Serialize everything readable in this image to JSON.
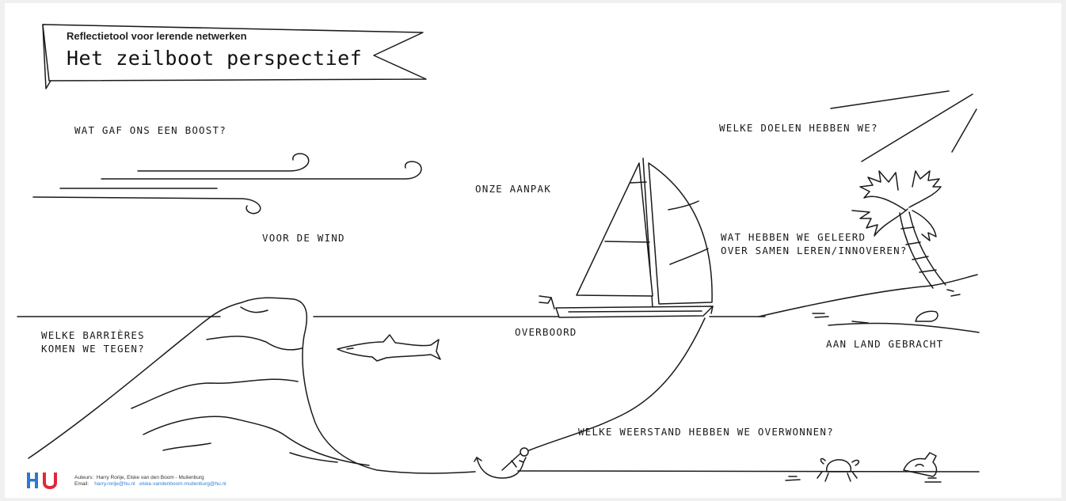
{
  "banner": {
    "subtitle": "Reflectietool voor lerende netwerken",
    "title": "Het zeilboot perspectief"
  },
  "labels": {
    "boost": "WAT GAF ONS EEN BOOST?",
    "voor_de_wind": "VOOR DE WIND",
    "onze_aanpak": "ONZE AANPAK",
    "doelen": "WELKE DOELEN HEBBEN WE?",
    "geleerd": "WAT HEBBEN WE GELEERD\nOVER SAMEN LEREN/INNOVEREN?",
    "barrieres": "WELKE BARRIÈRES\nKOMEN WE TEGEN?",
    "overboord": "OVERBOORD",
    "aan_land": "AAN LAND GEBRACHT",
    "weerstand": "WELKE WEERSTAND HEBBEN WE OVERWONNEN?"
  },
  "footer": {
    "logo_text": "HU",
    "authors_label": "Auteurs:",
    "authors": "Harry Rorije, Elske van den Boom - Muilenburg",
    "email_label": "Email:",
    "email_1": "harry.rorije@hu.nl",
    "email_2": "elske.vandenboom-muilenburg@hu.nl"
  },
  "colors": {
    "ink": "#1a1a1a",
    "logo_blue": "#2a7ad1",
    "logo_red": "#e0283a",
    "link": "#2f7fd2"
  }
}
